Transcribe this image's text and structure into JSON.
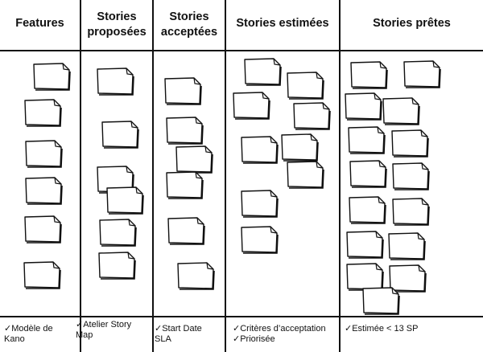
{
  "columns": [
    {
      "id": "features",
      "title": "Features",
      "criteria": "✓Modèle de\nKano",
      "notes": 6
    },
    {
      "id": "proposees",
      "title": "Stories\nproposées",
      "criteria": "✓Atelier Story\nMap",
      "notes": 6
    },
    {
      "id": "acceptees",
      "title": "Stories\nacceptées",
      "criteria": "✓Start Date\nSLA",
      "notes": 6
    },
    {
      "id": "estimees",
      "title": "Stories estimées",
      "criteria": "✓Critères d’acceptation\n✓Priorisée",
      "notes": 9
    },
    {
      "id": "pretes",
      "title": "Stories prêtes",
      "criteria": "✓Estimée < 13 SP",
      "notes": 15
    }
  ],
  "colors": {
    "ink": "#111111",
    "note_fill": "#ffffff"
  }
}
